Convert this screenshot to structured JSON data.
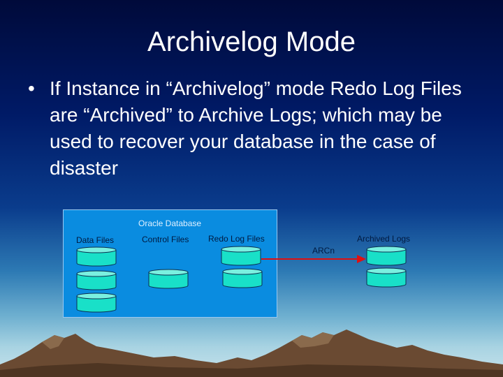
{
  "slide": {
    "title": "Archivelog Mode",
    "bullet_marker": "•",
    "bullet_text": "If Instance in “Archivelog” mode Redo Log Files are “Archived” to Archive Logs; which may be used to recover your database in the case of disaster"
  },
  "diagram": {
    "container_label": "Oracle Database",
    "data_files_label": "Data Files",
    "control_files_label": "Control Files",
    "redo_log_files_label": "Redo Log Files",
    "archived_logs_label": "Archived Logs",
    "arrow_label": "ARCn"
  },
  "colors": {
    "cylinder_fill": "#19e0c8",
    "box_fill": "#0a8ce0",
    "arrow": "#e01010"
  },
  "icons": [
    "database-cylinder-icon",
    "arrow-right-icon",
    "mountain-range"
  ]
}
